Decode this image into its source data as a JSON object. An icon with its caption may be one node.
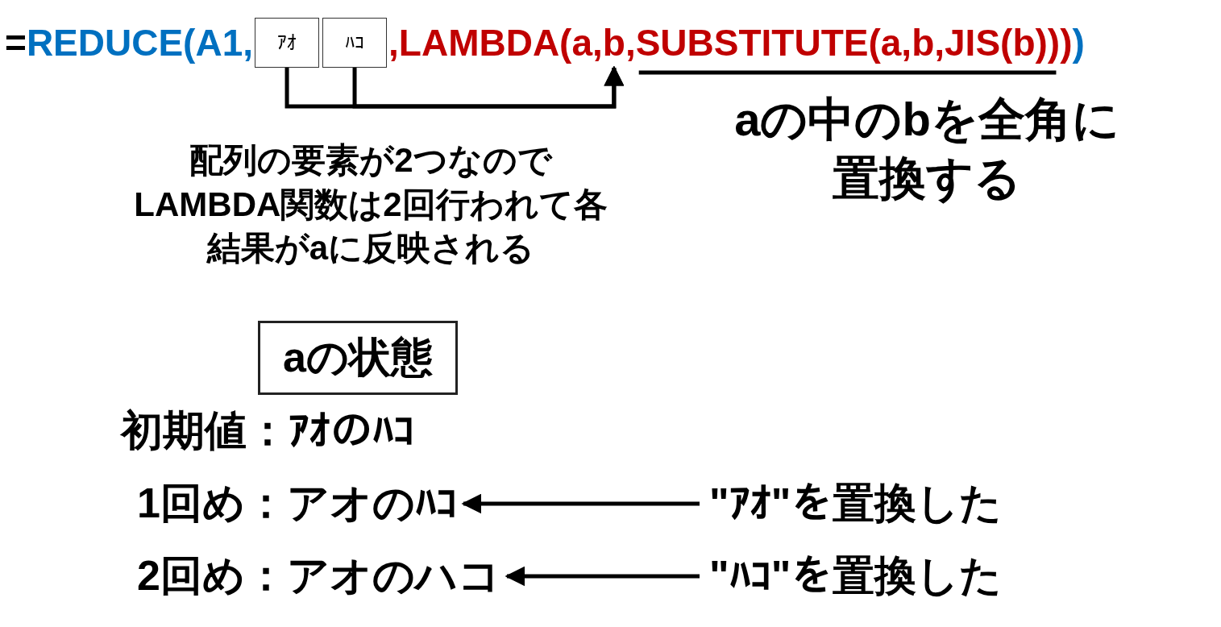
{
  "diagram": {
    "nodes": [
      {
        "text": [
          "ｱｵ"
        ]
      },
      {
        "text": [
          "ﾊｺ"
        ]
      },
      {
        "text": [
          "b"
        ]
      },
      {
        "text": [
          "aの状態"
        ]
      },
      {
        "text": [
          "1回め：アオのﾊｺ"
        ]
      },
      {
        "text": [
          "2回め：アオのハコ"
        ]
      },
      {
        "text": [
          "\"ｱｵ\"を置換した"
        ]
      },
      {
        "text": [
          "\"ﾊｺ\"を置換した"
        ]
      }
    ],
    "edges": [
      {
        "from": 0,
        "to": 2,
        "arrow": "to"
      },
      {
        "from": 1,
        "to": 2,
        "arrow": "to"
      },
      {
        "from": 6,
        "to": 4,
        "arrow": "to"
      },
      {
        "from": 7,
        "to": 5,
        "arrow": "to"
      }
    ],
    "labels": [
      "=",
      "REDUCE(A1,",
      ",LAMBDA(a,",
      ",",
      "SUBSTITUTE(a,b,JIS(b)))",
      ")",
      "aの中のbを全角に置換する",
      "配列の要素が2つなのでLAMBDA関数は2回行われて各結果がaに反映される",
      "初期値：ｱｵのﾊｺ"
    ]
  }
}
